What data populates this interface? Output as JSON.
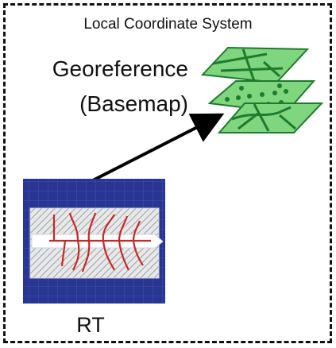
{
  "diagram": {
    "container_title": "Local Coordinate System",
    "georeference_label_line1": "Georeference",
    "georeference_label_line2": "(Basemap)",
    "rt_label": "RT",
    "colors": {
      "map_fill": "#7fd67f",
      "map_lines": "#1f7a2e",
      "rt_background": "#283593",
      "rt_routes": "#c62828",
      "hatch": "#9aa0a6"
    },
    "icons": [
      "basemap-stack-icon",
      "floorplan-icon",
      "arrow-icon"
    ]
  }
}
